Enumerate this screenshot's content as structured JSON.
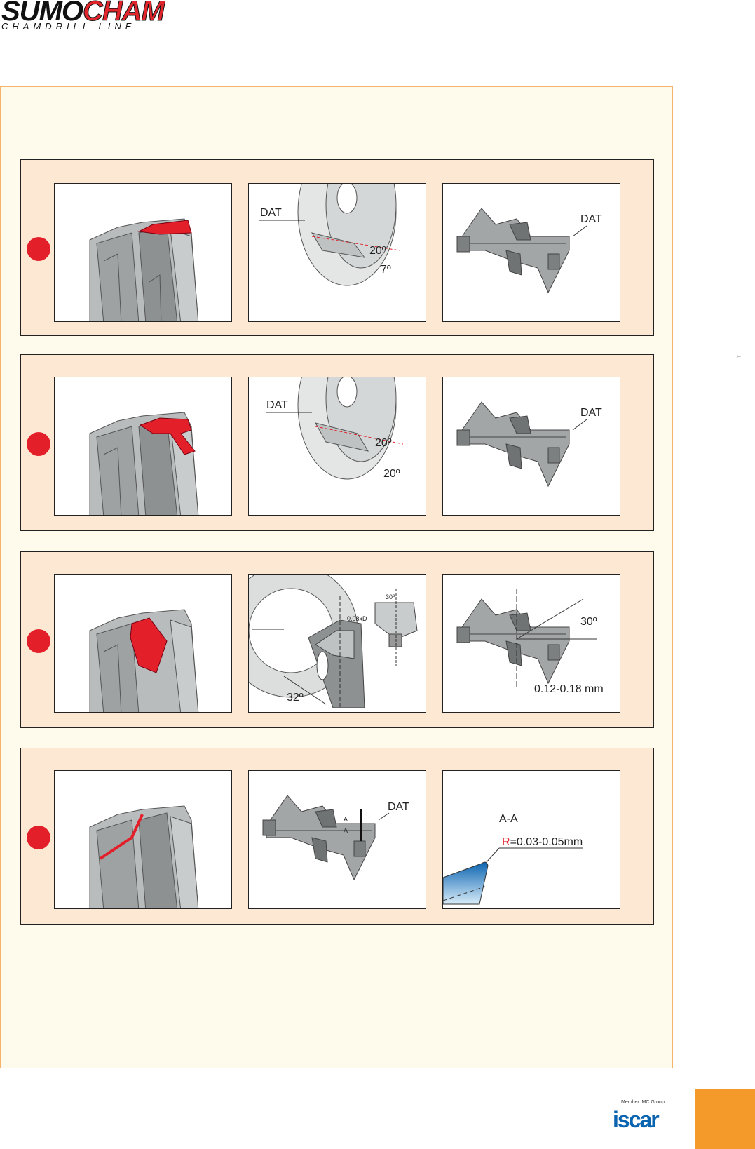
{
  "header": {
    "brand_part1": "SUMO",
    "brand_part2": "CHAM",
    "product_line": "CHAMDRILL LINE"
  },
  "steps": [
    {
      "figure_labels": {
        "datum_a": "DAT",
        "angle_1": "20º",
        "angle_2": "7º",
        "datum_b": "DAT"
      }
    },
    {
      "figure_labels": {
        "datum_a": "DAT",
        "angle_1": "20º",
        "angle_2": "20º",
        "datum_b": "DAT"
      }
    },
    {
      "figure_labels": {
        "angle_main": "32º",
        "angle_small": "30º",
        "offset": "0.08xD",
        "angle_right": "30º",
        "thickness": "0.12-0.18 mm"
      }
    },
    {
      "figure_labels": {
        "section_a1": "A",
        "section_a2": "A",
        "datum": "DAT",
        "section_title": "A-A",
        "radius_prefix": "R",
        "radius_value": "=0.03-0.05mm"
      }
    }
  ],
  "footer": {
    "member_text": "Member IMC Group",
    "company": "iscar"
  },
  "colors": {
    "highlight_red": "#e3202a",
    "panel_bg": "#fffbec",
    "step_bg": "#fde8d3",
    "accent_orange": "#f39a2b",
    "brand_blue": "#0b64b0"
  }
}
